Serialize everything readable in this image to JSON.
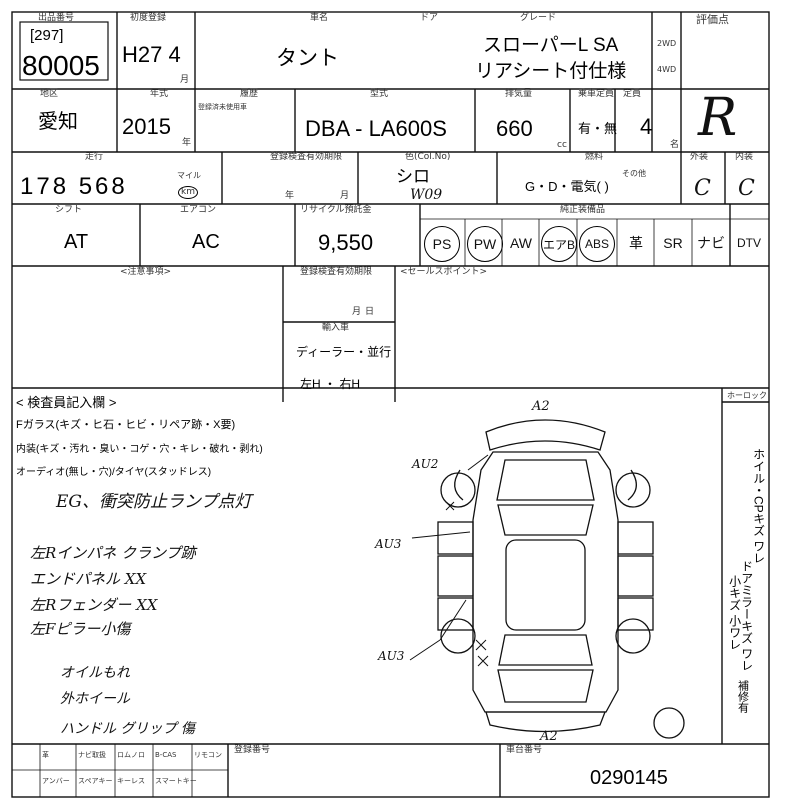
{
  "labels": {
    "lot_no": "出品番号",
    "first_reg": "初度登録",
    "car_name": "車名",
    "door": "ドア",
    "grade": "グレード",
    "region": "地区",
    "year": "年式",
    "history": "履歴",
    "model": "型式",
    "displacement": "排気量",
    "passengers": "乗車定員",
    "capacity_unit": "定員",
    "eval_points": "評価点",
    "mileage": "走行",
    "color": "色(Col.No)",
    "fuel": "燃料",
    "ext": "外装",
    "int": "内装",
    "shift": "シフト",
    "aircon": "エアコン",
    "recycle": "リサイクル預託金",
    "equipment": "純正装備品",
    "caution": "<注意事項>",
    "sales_point": "<セールスポイント>",
    "inspection_expiry": "登録検査有効期限",
    "import": "輸入車",
    "inspector": "< 検査員記入欄 >",
    "f_glass": "Fガラス(キズ・ヒ石・ヒビ・リペア跡・X要)",
    "interior": "内装(キズ・汚れ・臭い・コゲ・穴・キレ・破れ・剥れ)",
    "audio": "オーディオ(無し・穴)/タイヤ(スタッドレス)",
    "chassis_no": "車台番号",
    "reg_no": "登録番号",
    "sunroof_label": "ホーロック",
    "cc": "cc",
    "mile_unit": "マイル",
    "km_unit": "km",
    "year_unit": "年",
    "month_unit": "月",
    "capacity_suffix": "名",
    "monthday": "月",
    "ji": "日"
  },
  "values": {
    "lot_bracket": "[297]",
    "lot_number": "80005",
    "first_reg": "H27 4",
    "car_name": "タント",
    "grade_line1": "スローパーL SA",
    "grade_line2": "リアシート付仕様",
    "door_2wd": "2WD",
    "door_4wd": "4WD",
    "region": "愛知",
    "year": "2015",
    "history_note": "登録済未使用車",
    "model": "DBA - LA600S",
    "displacement": "660",
    "ari_nashi": "有・無",
    "passengers": "4",
    "eval": "R",
    "mileage": "178 568",
    "color_name": "シロ",
    "color_code": "W09",
    "fuel": "G・D・電気(   )",
    "fuel_other": "その他",
    "ext": "C",
    "int": "C",
    "shift": "AT",
    "aircon": "AC",
    "recycle": "9,550",
    "dealer_line": "ディーラー・並行",
    "hand_line": "左H ・ 右H",
    "chassis_no": "0290145"
  },
  "equipment": [
    {
      "label": "PS",
      "circled": true
    },
    {
      "label": "PW",
      "circled": true
    },
    {
      "label": "AW",
      "circled": false
    },
    {
      "label": "エアB",
      "circled": true
    },
    {
      "label": "ABS",
      "circled": true
    },
    {
      "label": "革",
      "circled": false
    },
    {
      "label": "SR",
      "circled": false
    },
    {
      "label": "ナビ",
      "circled": false
    },
    {
      "label": "DTV",
      "circled": false
    }
  ],
  "handwritten_notes": [
    "EG、衝突防止ランプ点灯",
    "左Rインパネ クランプ跡",
    "エンドパネル XX",
    "左Rフェンダー XX",
    "左Fピラー小傷",
    "オイルもれ",
    "外ホイール",
    "ハンドル グリップ 傷"
  ],
  "diagram_marks": [
    {
      "text": "A2"
    },
    {
      "text": "AU2"
    },
    {
      "text": "AU3"
    },
    {
      "text": "AU3"
    },
    {
      "text": "A2"
    }
  ],
  "right_column": {
    "col1": "ホイル・CPキズ ワレ",
    "col2": "ドアミラーキズ ワレ",
    "col3": "小キズ 小ワレ",
    "col4": "補修有"
  },
  "bottom_items": [
    {
      "label": "革"
    },
    {
      "label": "ナビ取扱"
    },
    {
      "label": "ロムノロ"
    },
    {
      "label": "B-CAS"
    },
    {
      "label": "リモコン"
    },
    {
      "label": "アンバー"
    },
    {
      "label": "スペアキー"
    },
    {
      "label": "キーレス"
    },
    {
      "label": "スマートキー"
    }
  ]
}
